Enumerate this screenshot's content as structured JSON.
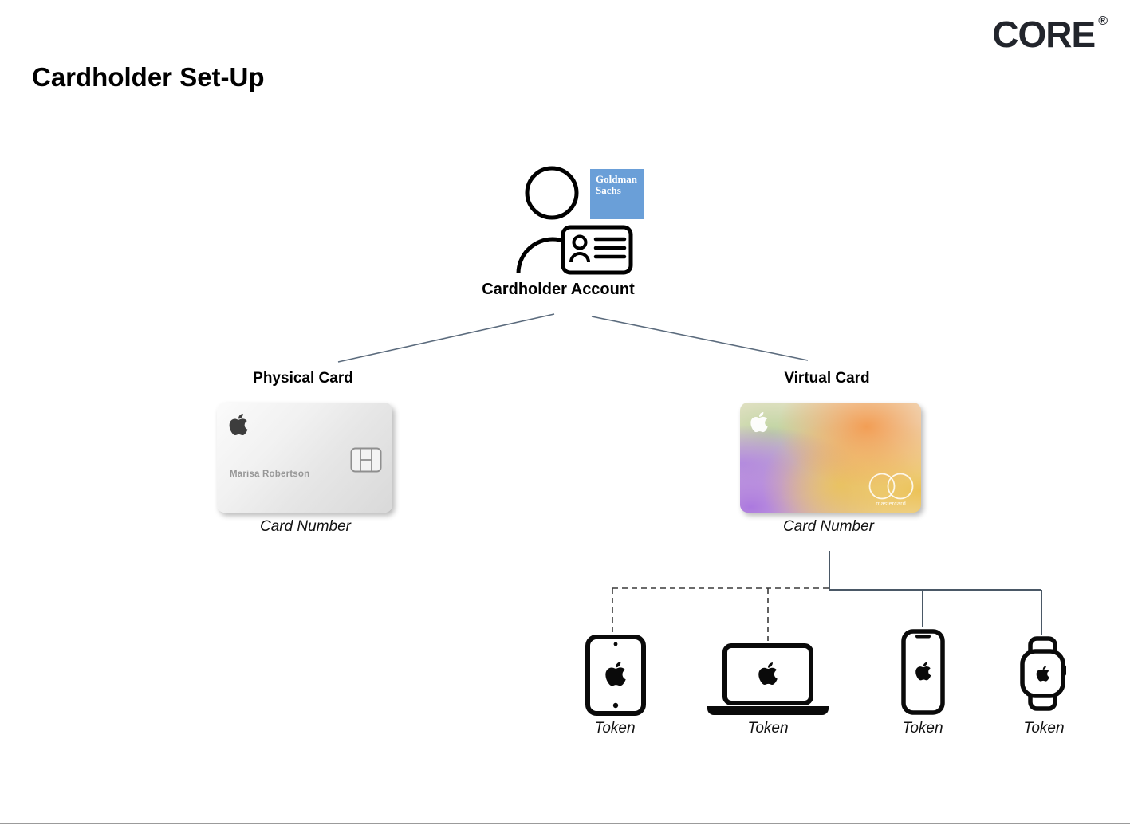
{
  "brand": {
    "name": "CORE",
    "mark": "®"
  },
  "title": "Cardholder Set-Up",
  "account": {
    "label": "Cardholder Account",
    "bank": {
      "line1": "Goldman",
      "line2": "Sachs"
    }
  },
  "physical_card": {
    "heading": "Physical Card",
    "cardholder_name": "Marisa Robertson",
    "caption": "Card Number"
  },
  "virtual_card": {
    "heading": "Virtual Card",
    "network": "mastercard",
    "caption": "Card Number"
  },
  "tokens": [
    {
      "device": "iPad",
      "label": "Token"
    },
    {
      "device": "MacBook",
      "label": "Token"
    },
    {
      "device": "iPhone",
      "label": "Token"
    },
    {
      "device": "Apple Watch",
      "label": "Token"
    }
  ],
  "colors": {
    "goldman_blue": "#6A9FD8",
    "connector_gray": "#5B6B7D",
    "divider_gray": "#9B9B9B"
  }
}
